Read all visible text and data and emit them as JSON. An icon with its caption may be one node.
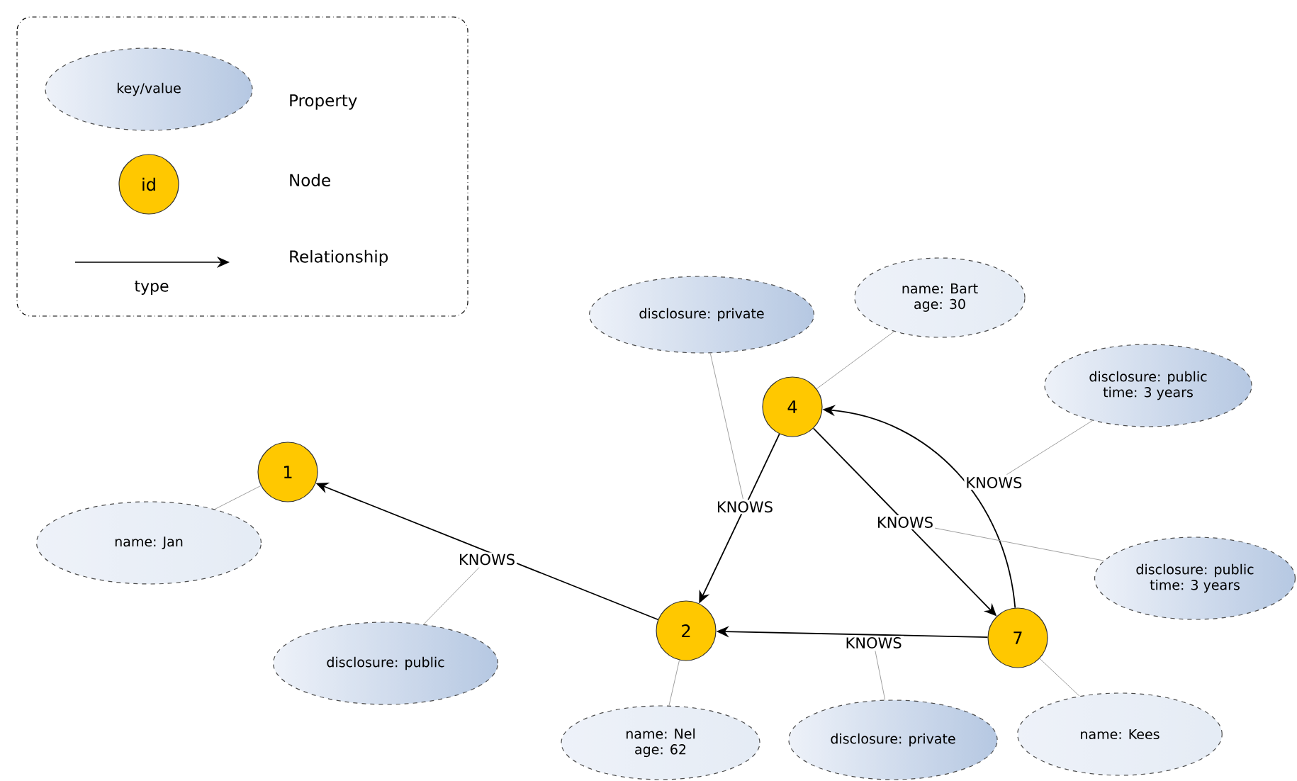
{
  "diagram": {
    "nodes": [
      {
        "text": [
          "name: Bart age: 30"
        ]
      },
      {
        "text": [
          "disclosure: private"
        ]
      },
      {
        "text": [
          "disclosure: public time: 3 years"
        ]
      },
      {
        "text": [
          "4"
        ]
      },
      {
        "text": [
          "1"
        ]
      },
      {
        "text": [
          "name: Jan"
        ]
      },
      {
        "text": [
          "disclosure: public time: 3 years"
        ]
      },
      {
        "text": [
          "2"
        ]
      },
      {
        "text": [
          "7"
        ]
      },
      {
        "text": [
          "disclosure: public"
        ]
      },
      {
        "text": [
          "name: Kees"
        ]
      },
      {
        "text": [
          "disclosure: private"
        ]
      },
      {
        "text": [
          "name: Nel age: 62"
        ]
      }
    ],
    "edges": [
      {
        "from": 7,
        "to": 4,
        "arrow": "to",
        "label": "KNOWS",
        "color": "#000000"
      },
      {
        "from": 3,
        "to": 7,
        "arrow": "to",
        "label": "KNOWS",
        "color": "#000000"
      },
      {
        "from": 3,
        "to": 8,
        "arrow": "to",
        "label": "KNOWS",
        "color": "#000000"
      },
      {
        "from": 8,
        "to": 3,
        "arrow": "to",
        "label": "KNOWS",
        "color": "#000000"
      },
      {
        "from": 8,
        "to": 7,
        "arrow": "to",
        "label": "KNOWS",
        "color": "#000000"
      },
      {
        "from": 0,
        "to": 3,
        "arrow": "none"
      },
      {
        "from": 5,
        "to": 4,
        "arrow": "none"
      },
      {
        "from": 12,
        "to": 7,
        "arrow": "none"
      },
      {
        "from": 10,
        "to": 8,
        "arrow": "none"
      },
      {
        "from": 1,
        "to": null,
        "arrow": "none"
      },
      {
        "from": 2,
        "to": null,
        "arrow": "none"
      },
      {
        "from": 6,
        "to": null,
        "arrow": "none"
      },
      {
        "from": 9,
        "to": null,
        "arrow": "none"
      },
      {
        "from": 11,
        "to": null,
        "arrow": "none"
      }
    ],
    "labels": [
      "key/value",
      "id",
      "type"
    ],
    "legend": [
      {
        "text": "Property"
      },
      {
        "text": "Node"
      },
      {
        "text": "Relationship"
      }
    ]
  }
}
